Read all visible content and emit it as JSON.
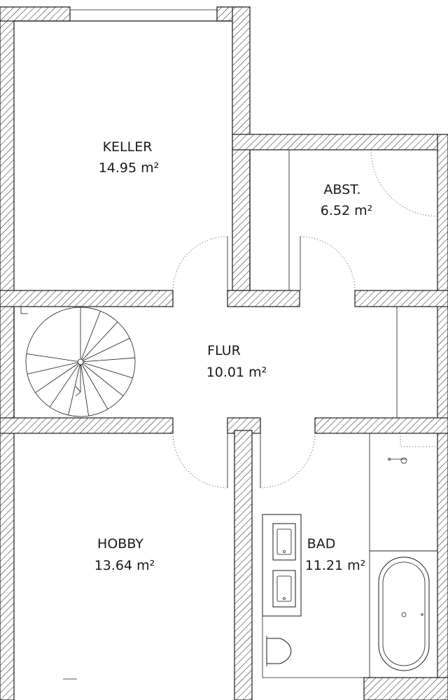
{
  "rooms": {
    "keller": {
      "name": "KELLER",
      "area": "14.95 m²"
    },
    "abst": {
      "name": "ABST.",
      "area": "6.52 m²"
    },
    "flur": {
      "name": "FLUR",
      "area": "10.01 m²"
    },
    "hobby": {
      "name": "HOBBY",
      "area": "13.64 m²"
    },
    "bad": {
      "name": "BAD",
      "area": "11.21 m²"
    }
  },
  "colors": {
    "line": "#1a1a1a",
    "background": "#ffffff"
  }
}
